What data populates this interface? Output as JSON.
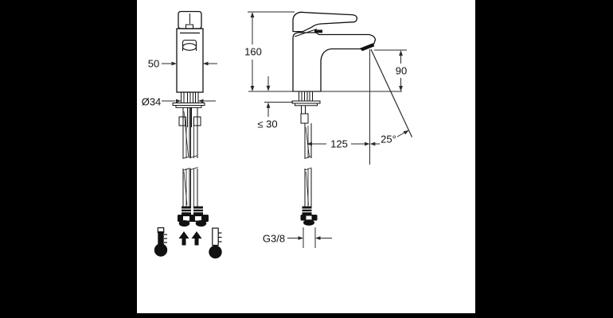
{
  "colors": {
    "canvas": "#000000",
    "sheet": "#ffffff",
    "ink": "#111111",
    "dim_line": "#2a2a2a"
  },
  "labels": {
    "front_width": "50",
    "base_diameter": "Ø34",
    "total_height": "160",
    "outlet_height": "90",
    "deck_thickness_max": "≤ 30",
    "spout_reach": "125",
    "stream_angle": "25°",
    "supply_thread": "G3/8"
  },
  "icons": {
    "hot": "hot-water-thermometer-icon",
    "flow": "dual-supply-up-arrows-icon",
    "cold": "cold-water-thermometer-icon"
  }
}
